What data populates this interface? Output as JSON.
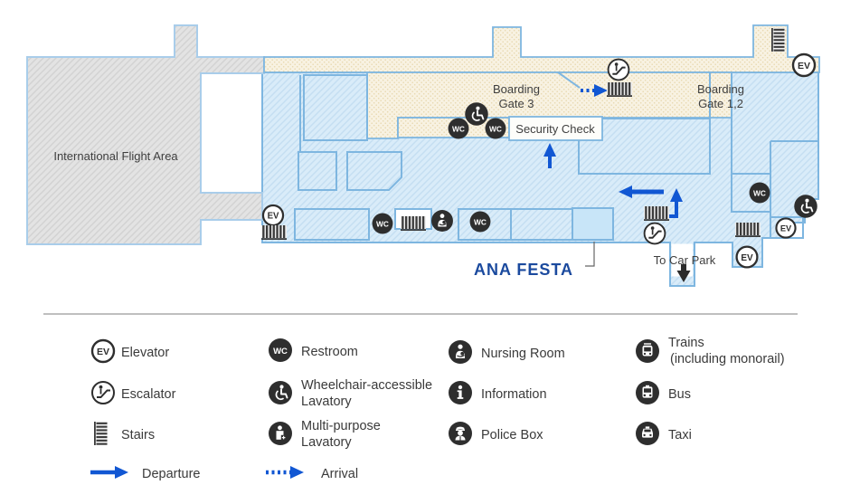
{
  "map": {
    "labels": {
      "international_area": "International Flight Area",
      "gate3_line1": "Boarding",
      "gate3_line2": "Gate 3",
      "gate12_line1": "Boarding",
      "gate12_line2": "Gate 1,2",
      "security_check": "Security Check",
      "to_car_park": "To Car Park",
      "ana_festa_logo": "ANA FESTA"
    },
    "icon_text": {
      "elevator": "EV",
      "restroom": "WC"
    }
  },
  "legend": {
    "items": [
      {
        "icon": "elevator-icon",
        "label": "Elevator"
      },
      {
        "icon": "escalator-icon",
        "label": "Escalator"
      },
      {
        "icon": "stairs-icon",
        "label": "Stairs"
      },
      {
        "icon": "departure-arrow-icon",
        "label": "Departure"
      },
      {
        "icon": "restroom-icon",
        "label": "Restroom"
      },
      {
        "icon": "wheelchair-accessible-lavatory-icon",
        "label": "Wheelchair-accessible",
        "label2": "Lavatory"
      },
      {
        "icon": "multi-purpose-lavatory-icon",
        "label": "Multi-purpose",
        "label2": "Lavatory"
      },
      {
        "icon": "arrival-arrow-icon",
        "label": "Arrival"
      },
      {
        "icon": "nursing-room-icon",
        "label": "Nursing Room"
      },
      {
        "icon": "information-icon",
        "label": "Information"
      },
      {
        "icon": "police-box-icon",
        "label": "Police Box"
      },
      {
        "icon": "trains-icon",
        "label": "Trains",
        "label2": "(including monorail)"
      },
      {
        "icon": "bus-icon",
        "label": "Bus"
      },
      {
        "icon": "taxi-icon",
        "label": "Taxi"
      }
    ]
  },
  "colors": {
    "arrow_blue": "#1157d3",
    "arrow_black": "#2b2b2b",
    "map_border_blue": "#7eb6e0",
    "concourse_fill": "#d9ecf9",
    "gate_area_fill": "#f8f2e2",
    "international_fill": "#e3e3e3",
    "icon_dark": "#2e2e2e",
    "ana_festa_blue": "#1b4a9e",
    "shop_highlight_fill": "#c8e5f8"
  }
}
